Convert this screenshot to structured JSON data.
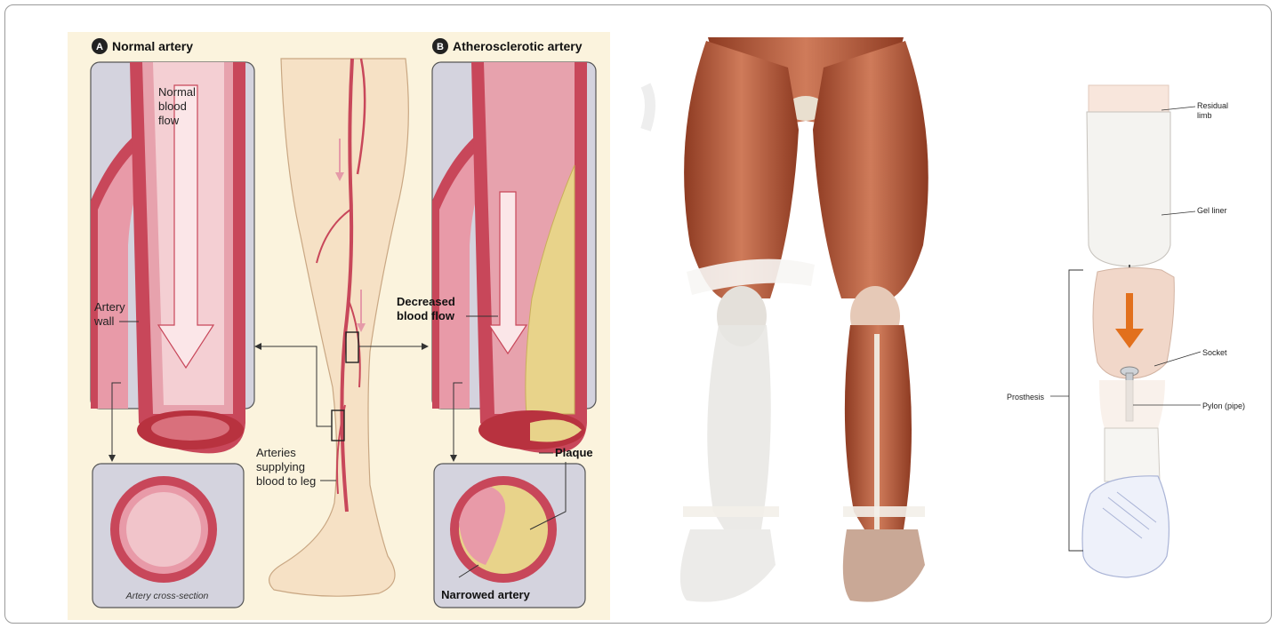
{
  "panel_a": {
    "normal_header": "Normal artery",
    "normal_badge": "A",
    "athero_header": "Atherosclerotic artery",
    "athero_badge": "B",
    "normal_flow": [
      "Normal",
      "blood",
      "flow"
    ],
    "artery_wall": [
      "Artery",
      "wall"
    ],
    "decreased_flow": [
      "Decreased",
      "blood flow"
    ],
    "arteries_supplying": [
      "Arteries",
      "supplying",
      "blood to leg"
    ],
    "plaque": "Plaque",
    "narrowed": "Narrowed artery",
    "cross_section": "Artery cross-section"
  },
  "panel_c": {
    "residual_limb": [
      "Residual",
      "limb"
    ],
    "gel_liner": "Gel liner",
    "socket": "Socket",
    "pylon": "Pylon (pipe)",
    "prosthesis": "Prosthesis"
  },
  "colors": {
    "panel_bg": "#fbf3dd",
    "artery_red": "#c8475a",
    "plaque_yellow": "#e8d38a",
    "muscle": "#b85a3e",
    "arrow_orange": "#e2701d"
  }
}
